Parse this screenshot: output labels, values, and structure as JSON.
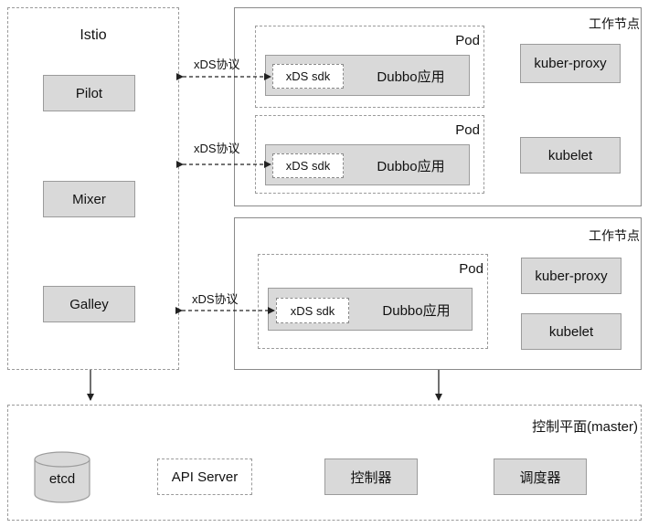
{
  "istio": {
    "title": "Istio",
    "components": [
      "Pilot",
      "Mixer",
      "Galley"
    ]
  },
  "worker_node_1": {
    "title": "工作节点",
    "pods": [
      {
        "title": "Pod",
        "sdk": "xDS sdk",
        "app": "Dubbo应用"
      },
      {
        "title": "Pod",
        "sdk": "xDS sdk",
        "app": "Dubbo应用"
      }
    ],
    "services": [
      "kuber-proxy",
      "kubelet"
    ]
  },
  "worker_node_2": {
    "title": "工作节点",
    "pod": {
      "title": "Pod",
      "sdk": "xDS sdk",
      "app": "Dubbo应用"
    },
    "services": [
      "kuber-proxy",
      "kubelet"
    ]
  },
  "protocol_labels": [
    "xDS协议",
    "xDS协议",
    "xDS协议"
  ],
  "master": {
    "title": "控制平面(master)",
    "etcd": "etcd",
    "api_server": "API Server",
    "controller": "控制器",
    "scheduler": "调度器"
  }
}
